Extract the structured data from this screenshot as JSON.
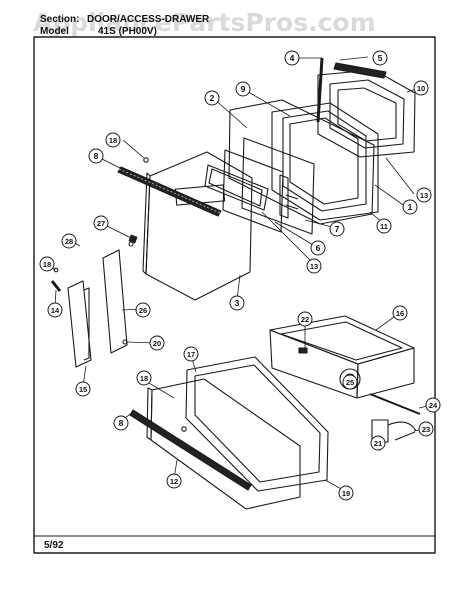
{
  "header": {
    "section_label": "Section:",
    "section_value": "DOOR/ACCESS-DRAWER",
    "model_label": "Model",
    "model_value": "41S (PH00V)"
  },
  "watermark": "AppliancePartsPros.com",
  "footer": {
    "date_code": "5/92"
  },
  "callouts": [
    "1",
    "2",
    "3",
    "4",
    "5",
    "6",
    "7",
    "8",
    "9",
    "10",
    "11",
    "12",
    "13",
    "14",
    "15",
    "16",
    "17",
    "18",
    "19",
    "20",
    "21",
    "22",
    "23",
    "24",
    "25",
    "26",
    "27",
    "28"
  ],
  "colors": {
    "line": "#1a1a1a",
    "paper": "#ffffff",
    "watermark": "#969696"
  }
}
